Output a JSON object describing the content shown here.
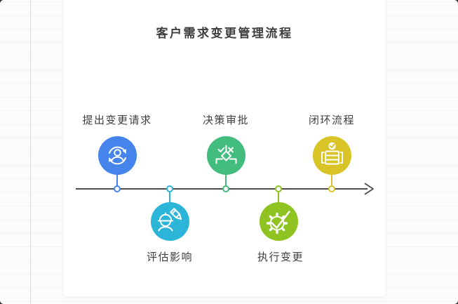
{
  "canvas": {
    "title": "客户需求变更管理流程",
    "title_color": "#3e3e3e",
    "background": "#ffffff"
  },
  "timeline": {
    "color": "#4c4c4c",
    "direction": "left-to-right"
  },
  "steps": [
    {
      "label": "提出变更请求",
      "color": "#4584ea",
      "side": "top",
      "icon": "person-refresh-icon"
    },
    {
      "label": "评估影响",
      "color": "#2bb5d8",
      "side": "bottom",
      "icon": "engineer-pencil-icon"
    },
    {
      "label": "决策审批",
      "color": "#42bd7d",
      "side": "top",
      "icon": "decision-check-cross-icon"
    },
    {
      "label": "执行变更",
      "color": "#8fc321",
      "side": "bottom",
      "icon": "gear-check-icon"
    },
    {
      "label": "闭环流程",
      "color": "#d9c427",
      "side": "top",
      "icon": "checklist-check-icon"
    }
  ]
}
